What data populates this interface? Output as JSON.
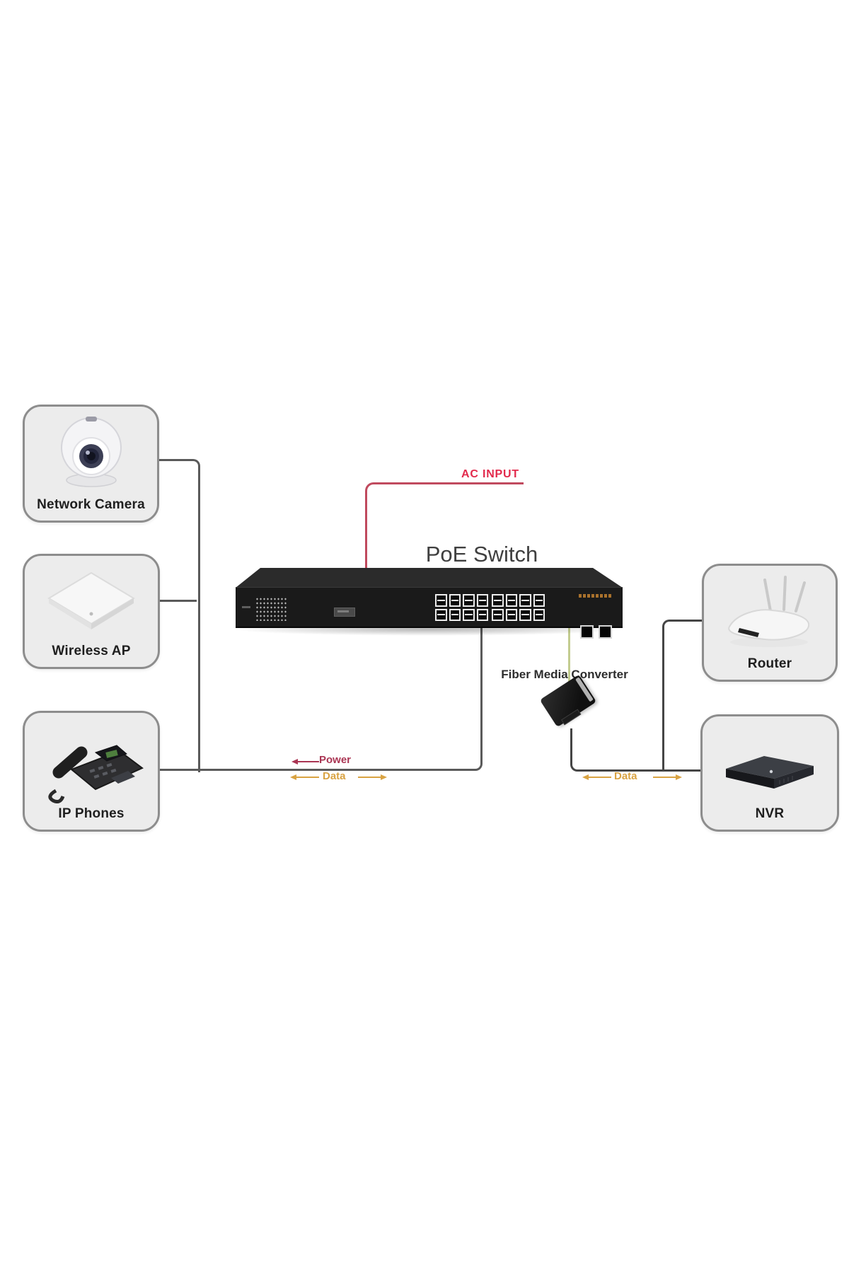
{
  "diagram": {
    "title": "PoE Switch",
    "ac_input_label": "AC INPUT",
    "fiber_converter_label": "Fiber Media Converter",
    "power_label": "Power",
    "data_label_left": "Data",
    "data_label_right": "Data",
    "devices": {
      "camera": {
        "label": "Network Camera"
      },
      "ap": {
        "label": "Wireless AP"
      },
      "phones": {
        "label": "IP Phones"
      },
      "router": {
        "label": "Router"
      },
      "nvr": {
        "label": "NVR"
      }
    },
    "colors": {
      "ac_label_red": "#e22a4c",
      "ac_line_red": "#c04a5e",
      "power_maroon": "#aa3553",
      "data_orange": "#d9a343",
      "connector_gray": "#5a5a5a",
      "fiber_line_green": "#c3cc8f",
      "box_border_gray": "#8d8d8d",
      "switch_body_black": "#1a1a1a"
    }
  }
}
